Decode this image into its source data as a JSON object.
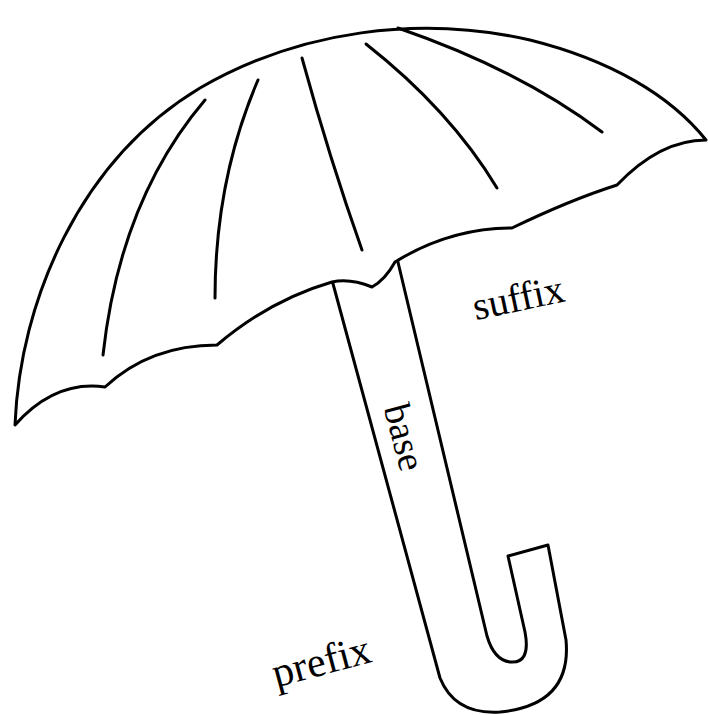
{
  "diagram": {
    "labels": [
      "suffix",
      "base",
      "prefix"
    ]
  }
}
